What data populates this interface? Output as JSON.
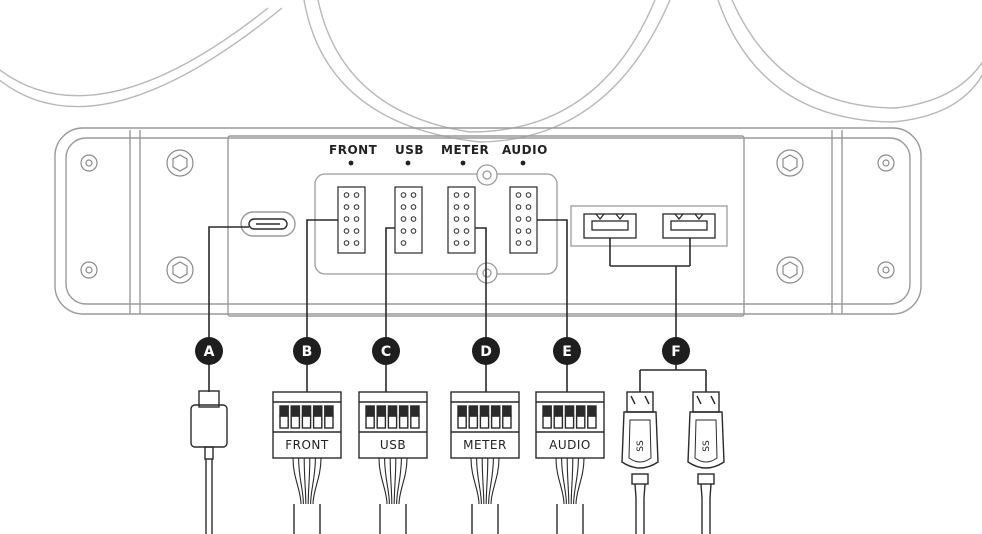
{
  "header_labels": {
    "front": "FRONT",
    "usb": "USB",
    "meter": "METER",
    "audio": "AUDIO"
  },
  "badges": {
    "a": "A",
    "b": "B",
    "c": "C",
    "d": "D",
    "e": "E",
    "f": "F"
  },
  "connector_labels": {
    "front": "FRONT",
    "usb": "USB",
    "meter": "METER",
    "audio": "AUDIO"
  },
  "usb_logo_text": "SS",
  "colors": {
    "line": "#2a2a2a",
    "panel_line": "#9a9a9a",
    "fan_line": "#b5b5b5",
    "badge": "#1e1e1e"
  }
}
